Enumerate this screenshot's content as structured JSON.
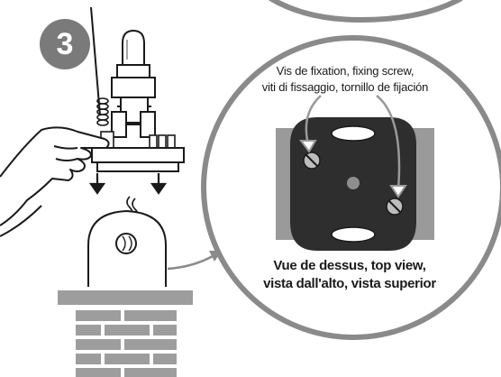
{
  "step": {
    "number": "3"
  },
  "callout": {
    "fixing_label_line1": "Vis de fixation, fixing screw,",
    "fixing_label_line2": "viti di fissaggio, tornillo de fijación",
    "view_label_line1": "Vue de dessus, top view,",
    "view_label_line2": "vista dall'alto, vista superior"
  },
  "colors": {
    "badge": "#7a7a7a",
    "circle_outline": "#8a8a8a",
    "plate_gray": "#9a9a9a",
    "base_dark": "#2e2e2e",
    "screw_mark": "#bdbdbd",
    "chimney_brick": "#9d9d9d"
  },
  "icons": [
    "hand-icon",
    "down-arrow-icon",
    "curved-arrow-icon",
    "screw-icon"
  ]
}
